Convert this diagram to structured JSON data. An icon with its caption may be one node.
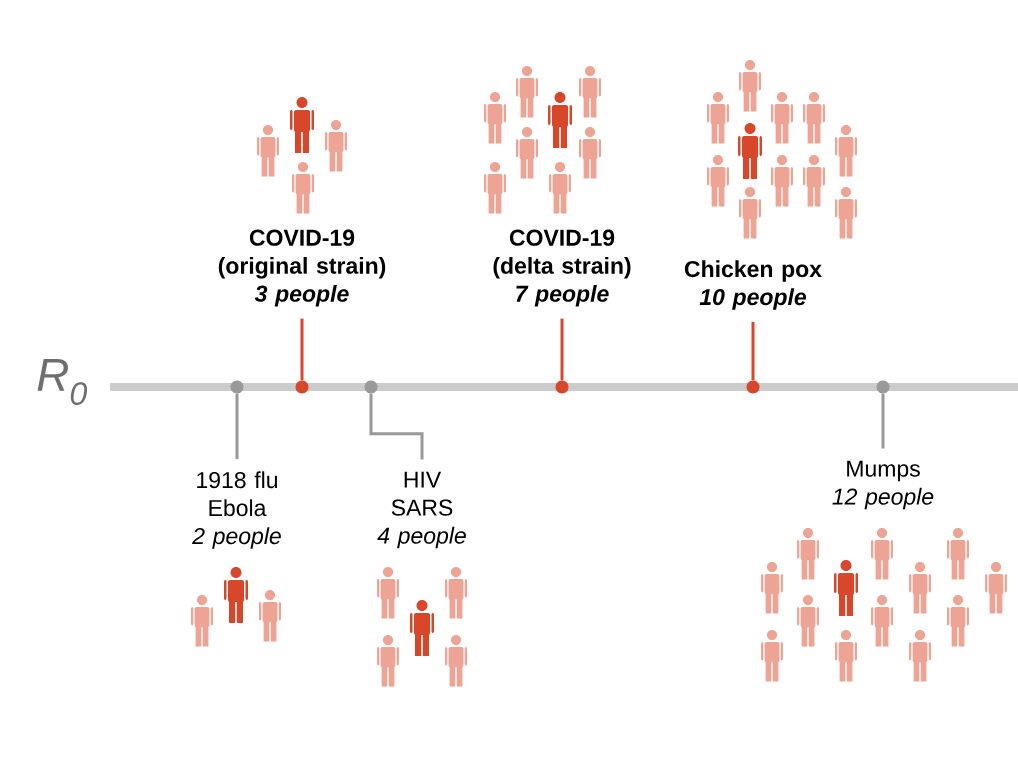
{
  "diagram": {
    "nodes": [
      {
        "text": [],
        "shape": "circle"
      },
      {
        "text": [],
        "shape": "circle"
      },
      {
        "text": [],
        "shape": "circle"
      },
      {
        "text": [],
        "shape": "circle"
      },
      {
        "text": [],
        "shape": "circle"
      },
      {
        "text": [],
        "shape": "circle"
      },
      {
        "text": [
          "COVID-19 (original strain)",
          "3 people"
        ]
      },
      {
        "text": [
          "COVID-19 (delta strain)",
          "7 people"
        ]
      },
      {
        "text": [
          "Chicken pox",
          "10 people"
        ]
      },
      {
        "text": [
          "1918 flu",
          "Ebola",
          "2 people"
        ]
      },
      {
        "text": [
          "HIV",
          "SARS",
          "4 people"
        ]
      },
      {
        "text": [
          "Mumps",
          "12 people"
        ]
      }
    ],
    "edges": [
      {
        "from": 1,
        "to": 6,
        "arrow": "none",
        "color": "#d9472b"
      },
      {
        "from": 3,
        "to": 7,
        "arrow": "none",
        "color": "#d9472b"
      },
      {
        "from": 4,
        "to": 8,
        "arrow": "none",
        "color": "#d9472b"
      },
      {
        "from": 0,
        "to": 9,
        "arrow": "none",
        "color": "#999999"
      },
      {
        "from": 2,
        "to": 10,
        "arrow": "none",
        "color": "#999999"
      },
      {
        "from": 5,
        "to": 11,
        "arrow": "none",
        "color": "#999999"
      }
    ],
    "labels": [
      "R$_{0}$"
    ]
  }
}
